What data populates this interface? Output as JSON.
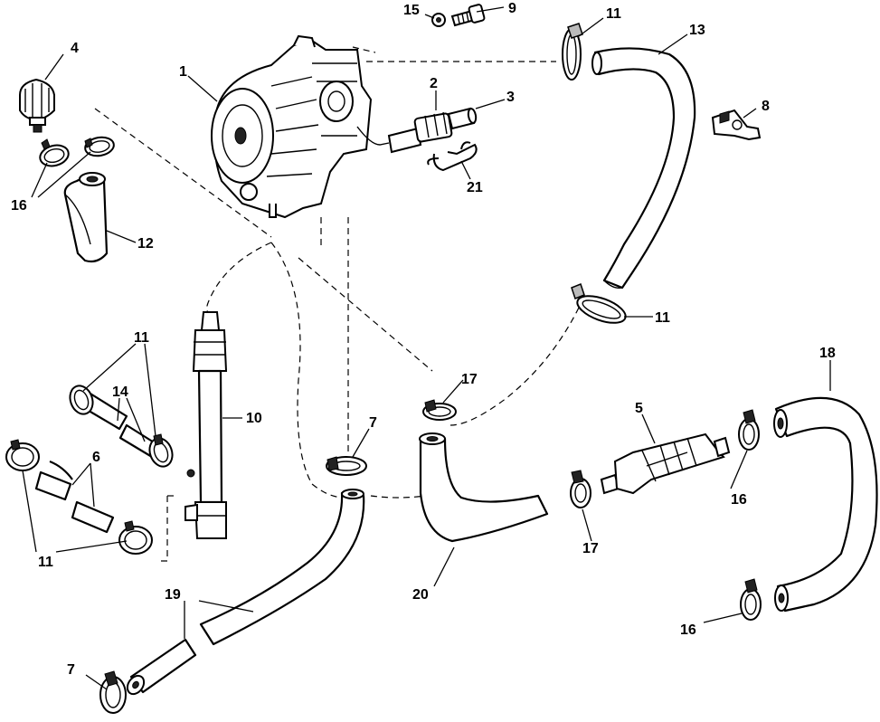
{
  "callouts": {
    "pump": "1",
    "fitting_2": "2",
    "fitting_3": "3",
    "switch_4": "4",
    "filter_5": "5",
    "sleeve_6": "6",
    "clamp_7_upper": "7",
    "clamp_7_lower": "7",
    "connector_8": "8",
    "bolt_9": "9",
    "hose_10": "10",
    "clamp_11_top": "11",
    "clamp_11_mid": "11",
    "clamp_11_left_upper": "11",
    "clamp_11_left_lower": "11",
    "hose_12": "12",
    "hose_13": "13",
    "sleeve_14": "14",
    "washer_15": "15",
    "clamp_16_upper_left": "16",
    "clamp_16_right_upper": "16",
    "clamp_16_right_lower": "16",
    "clamp_17_upper": "17",
    "clamp_17_lower": "17",
    "hose_18": "18",
    "hose_19": "19",
    "hose_20": "20",
    "clip_21": "21"
  }
}
